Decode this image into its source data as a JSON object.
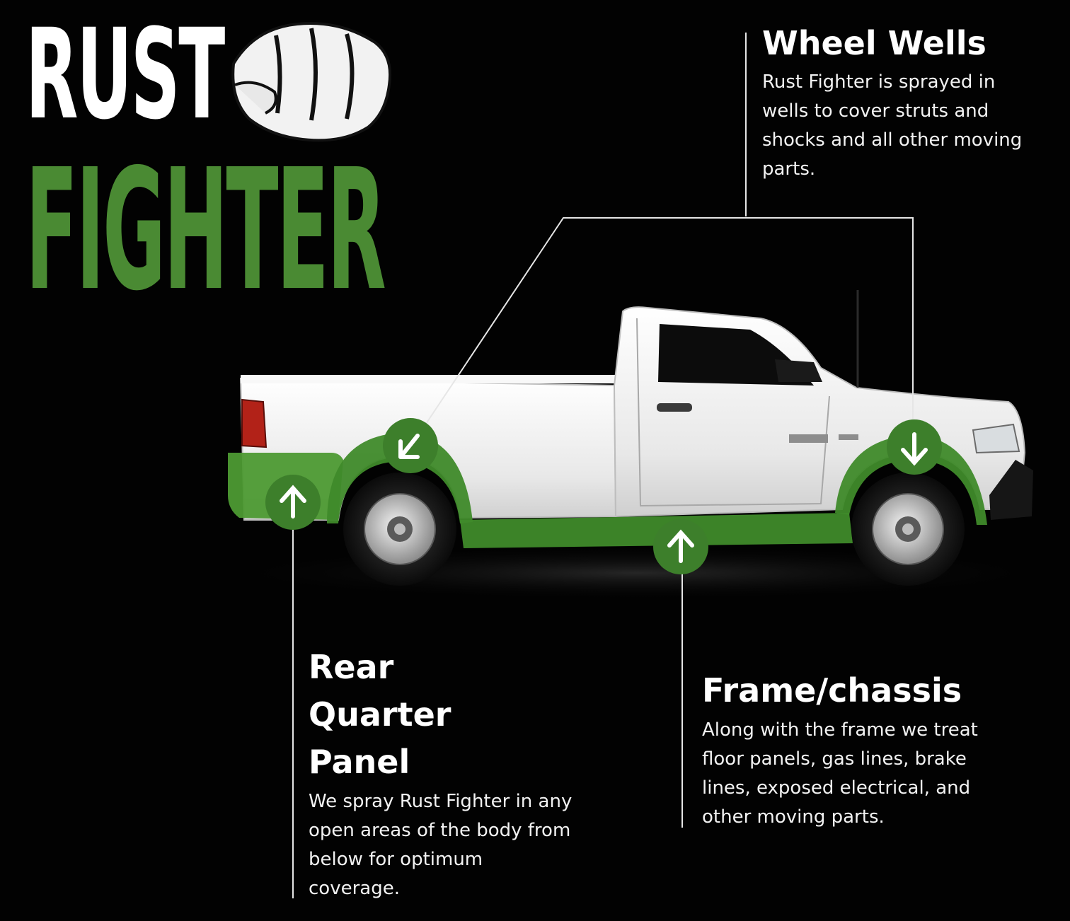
{
  "logo": {
    "line1": "RUST",
    "line2": "FIGHTER",
    "line1_color": "#ffffff",
    "line2_color": "#4a8a33",
    "icon": "fist-icon"
  },
  "callouts": {
    "wheel_wells": {
      "title": "Wheel Wells",
      "body": "Rust Fighter is sprayed in wells to cover struts and shocks and all other moving parts."
    },
    "rear_quarter": {
      "title_line1": "Rear",
      "title_line2": "Quarter",
      "title_line3": "Panel",
      "body": "We spray Rust Fighter in any open areas of the body from below for optimum coverage."
    },
    "frame": {
      "title": "Frame/chassis",
      "body": "Along with the frame we treat floor panels, gas lines, brake lines, exposed electrical, and other moving parts."
    }
  },
  "colors": {
    "background": "#020202",
    "accent_green": "#4a8a33",
    "coating_green": "#3f8a2a",
    "marker_green": "#3d7f2b",
    "truck_white": "#f1f1f1"
  }
}
